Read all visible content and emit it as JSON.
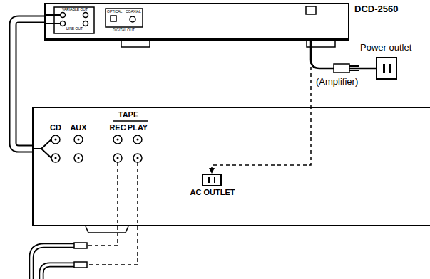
{
  "diagram": {
    "nodes": [
      {
        "text": [
          "DCD-2560"
        ]
      },
      {
        "text": [
          "Power outlet"
        ]
      },
      {
        "text": [
          "CD",
          "AUX",
          "TAPE",
          "REC",
          "PLAY"
        ]
      },
      {
        "text": [
          "AC OUTLET"
        ],
        "in": 2
      }
    ],
    "edges": [
      {
        "from": 0,
        "to": 2,
        "arrow": "none"
      },
      {
        "from": 0,
        "to": 1,
        "arrow": "none"
      },
      {
        "from": 0,
        "to": 3,
        "arrow": "to"
      }
    ],
    "labels": [
      "VARIABLE OUT",
      "LINE OUT",
      "OPTICAL",
      "COAXIAL",
      "DIGITAL OUT",
      "(Amplifier)"
    ]
  }
}
